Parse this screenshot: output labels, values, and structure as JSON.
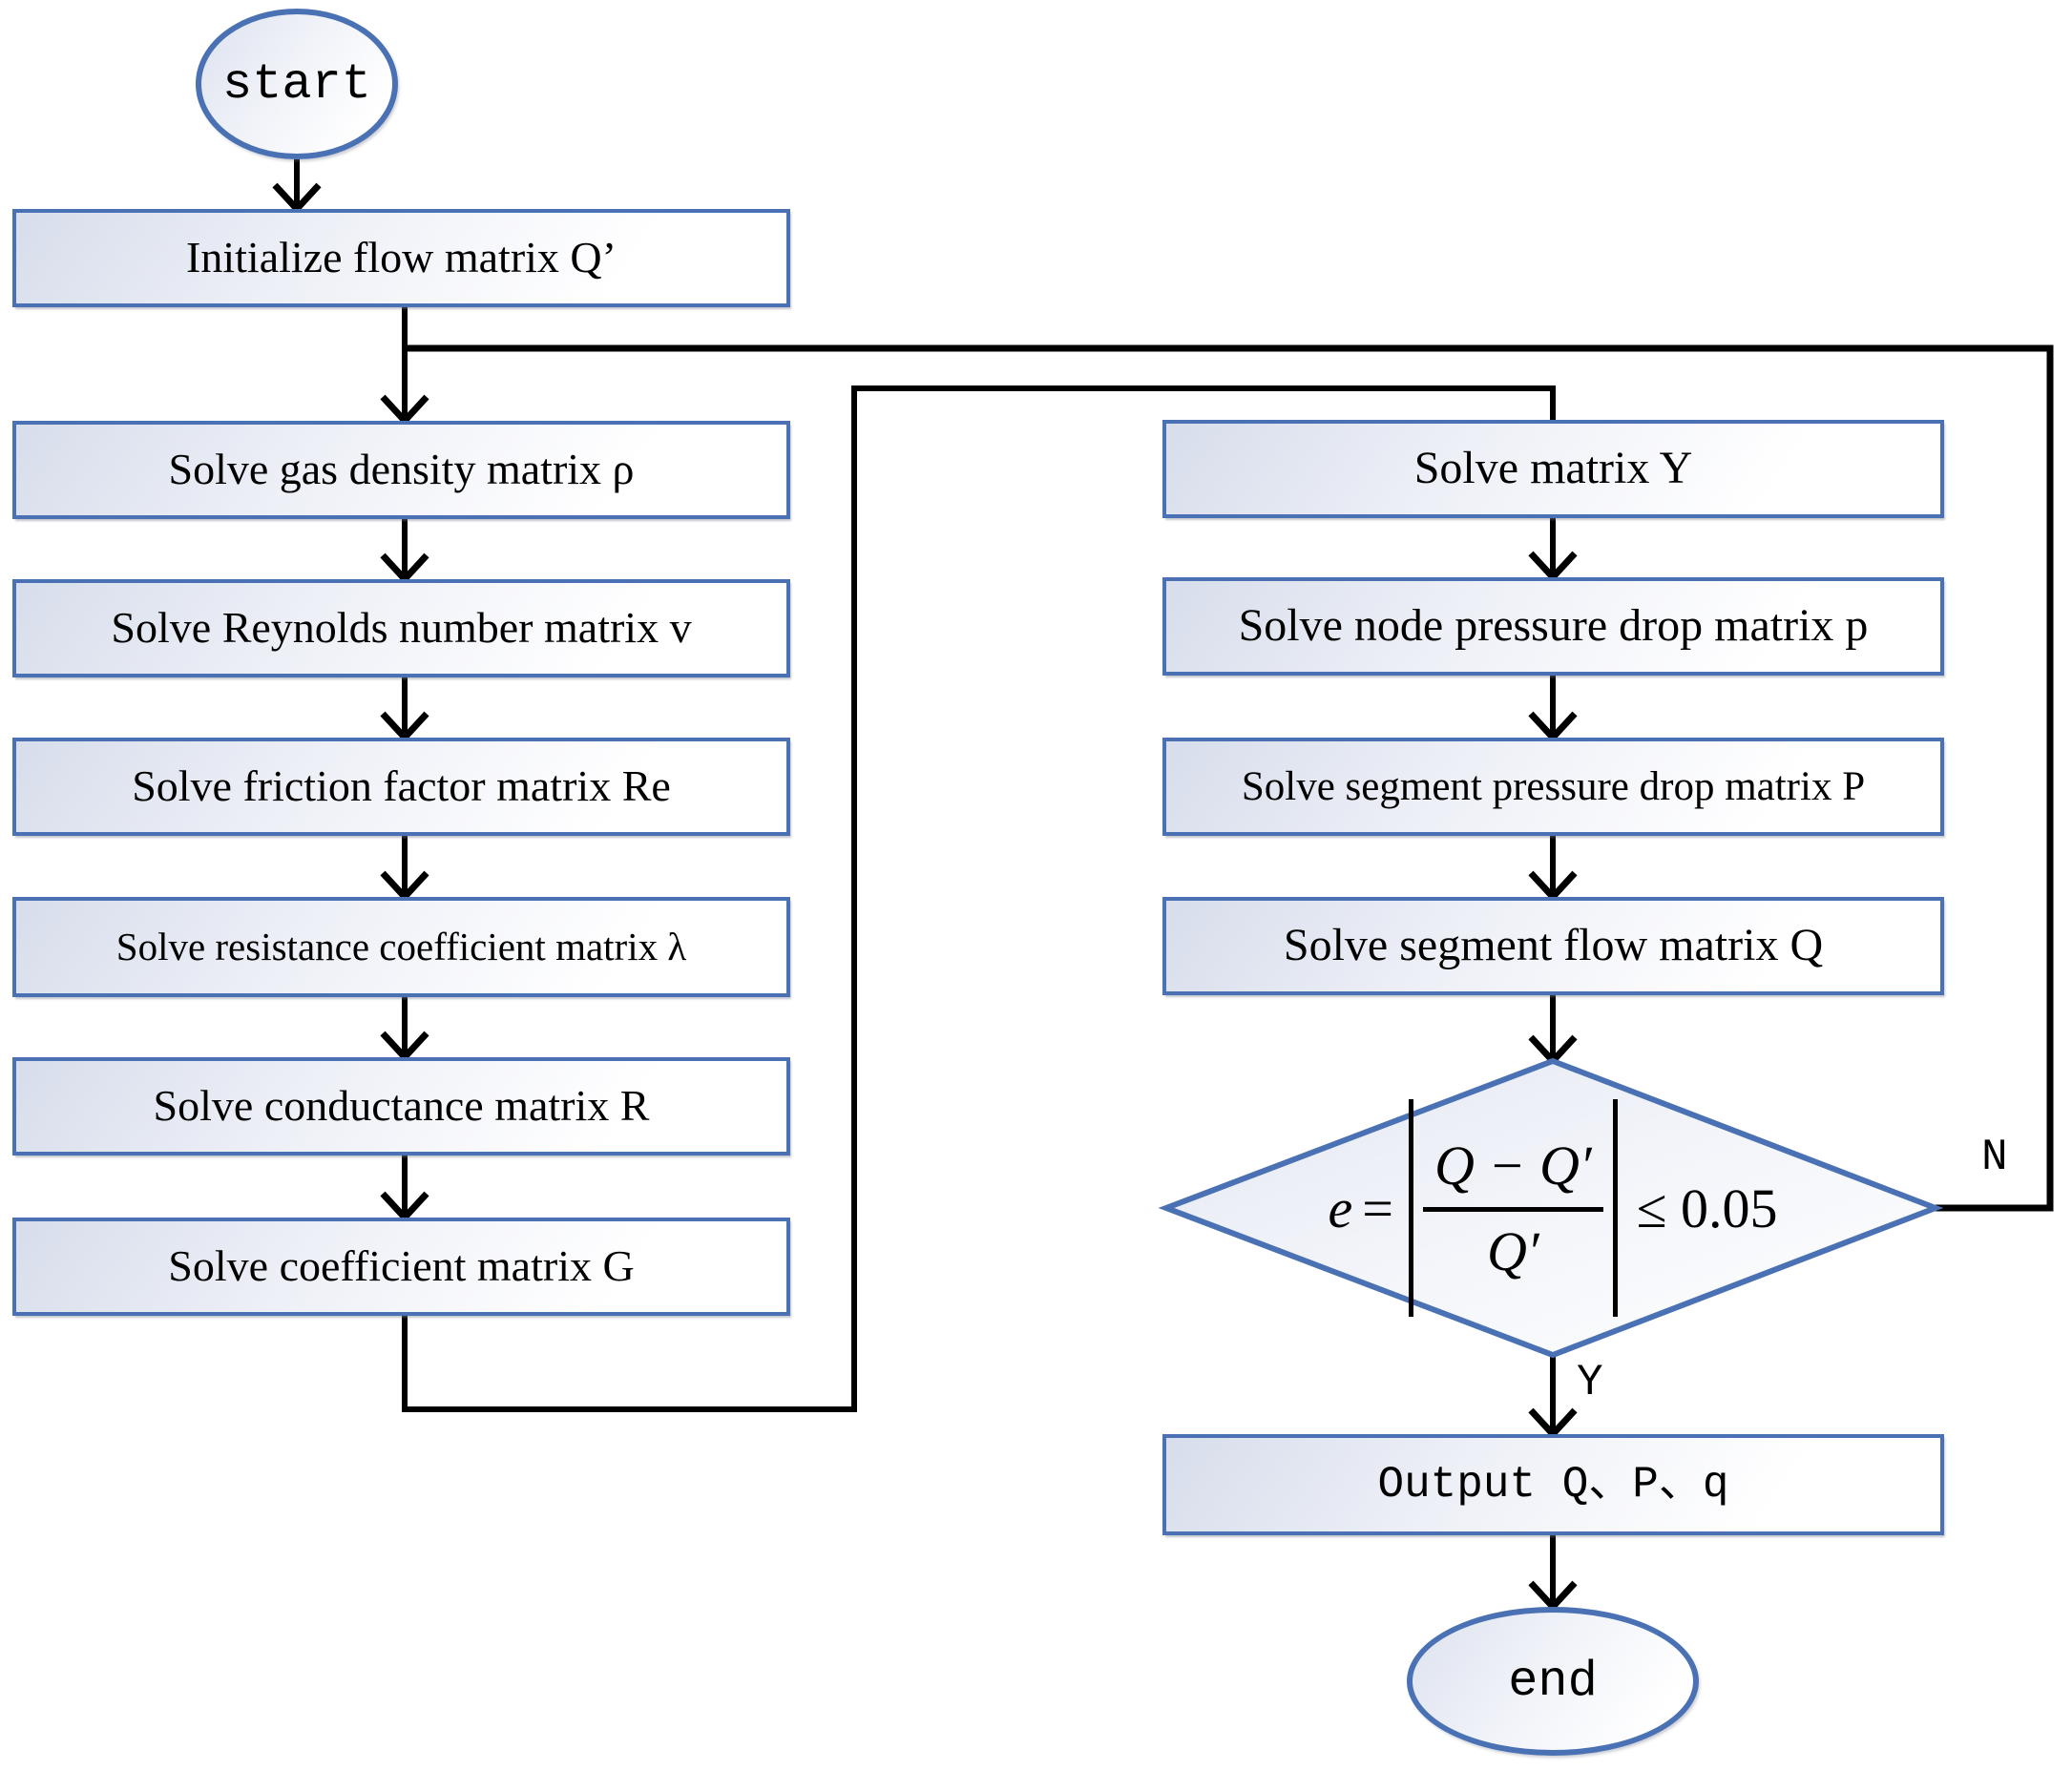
{
  "diagram": {
    "type": "flowchart",
    "accent_color": "#4a71b3",
    "line_color": "#000000"
  },
  "nodes": {
    "start": {
      "label": "start"
    },
    "init": {
      "label": "Initialize flow matrix Q’"
    },
    "gas_density": {
      "label": "Solve gas density matrix ρ"
    },
    "reynolds": {
      "label": "Solve Reynolds number matrix v"
    },
    "friction": {
      "label": "Solve friction factor matrix Re"
    },
    "resistance": {
      "label": "Solve resistance coefficient matrix  λ"
    },
    "conductance": {
      "label": "Solve conductance matrix R"
    },
    "coefficient": {
      "label": "Solve coefficient matrix G"
    },
    "matrix_y": {
      "label": "Solve matrix Y"
    },
    "node_pressure": {
      "label": "Solve node pressure drop matrix p"
    },
    "segment_pressure": {
      "label": "Solve segment pressure drop matrix P"
    },
    "segment_flow": {
      "label": "Solve segment flow matrix Q"
    },
    "decision": {
      "lhs": "e",
      "eq": "=",
      "numerator": "Q − Q′",
      "denominator": "Q′",
      "condition": "≤ 0.05"
    },
    "output": {
      "label": "Output Q、P、q"
    },
    "end": {
      "label": "end"
    }
  },
  "edge_labels": {
    "no": "N",
    "yes": "Y"
  }
}
